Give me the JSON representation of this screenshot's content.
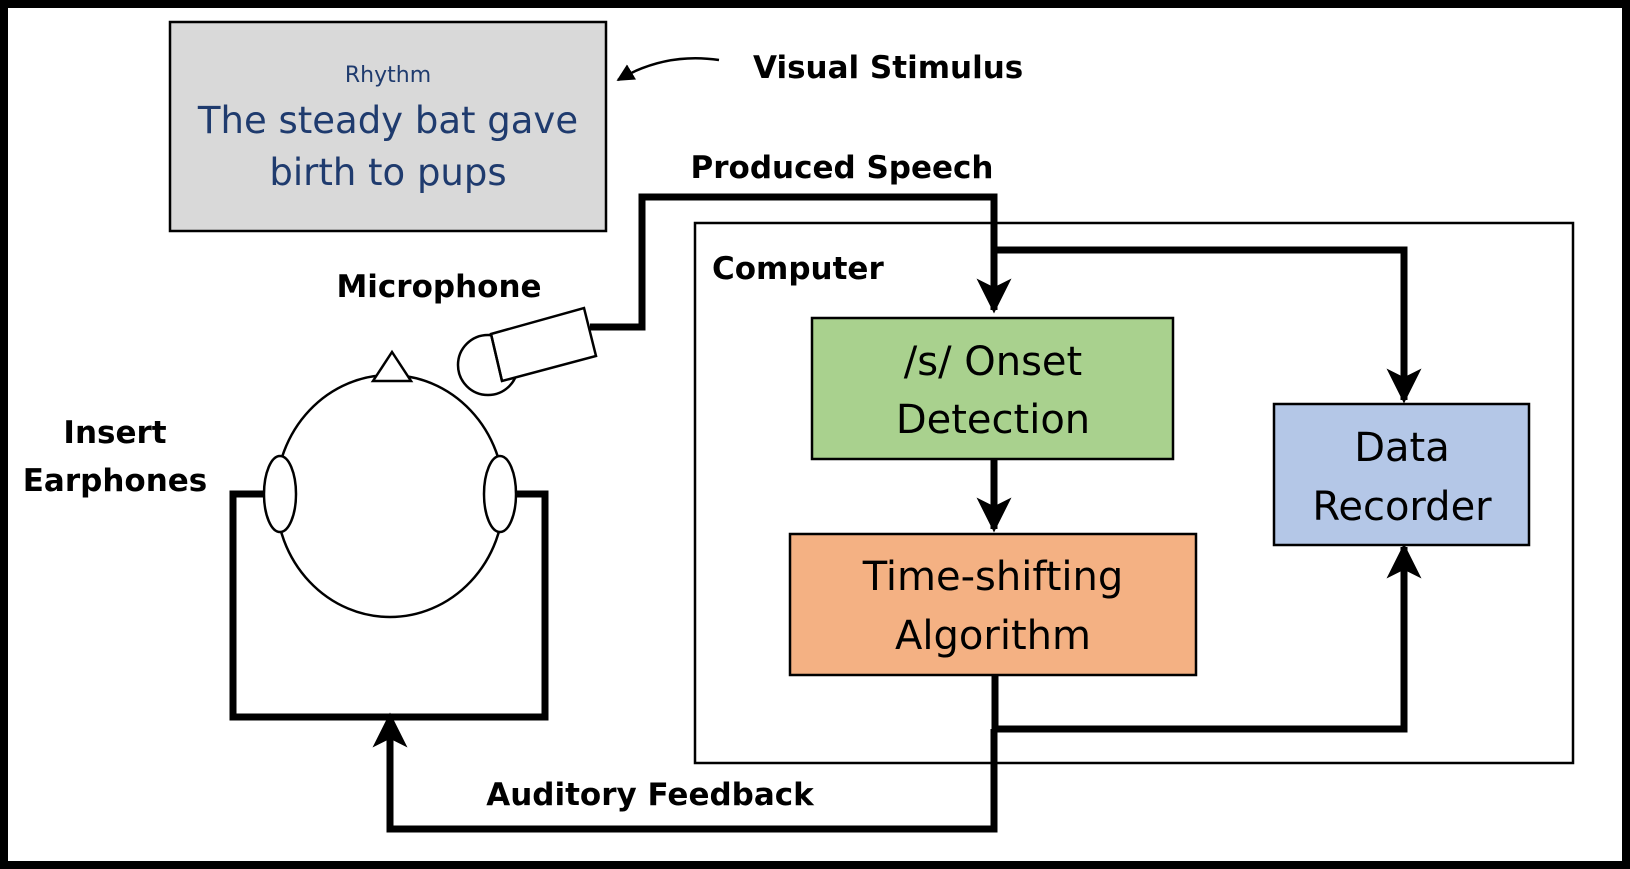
{
  "visual_stimulus": {
    "label": "Visual Stimulus",
    "cue": "Rhythm",
    "sentence_line1": "The steady bat gave",
    "sentence_line2": "birth to pups"
  },
  "labels": {
    "produced_speech": "Produced Speech",
    "computer": "Computer",
    "microphone": "Microphone",
    "insert_earphones_line1": "Insert",
    "insert_earphones_line2": "Earphones",
    "auditory_feedback": "Auditory Feedback"
  },
  "blocks": {
    "onset_detection": {
      "line1": "/s/ Onset",
      "line2": "Detection",
      "color": "#a9d18e"
    },
    "time_shifting": {
      "line1": "Time-shifting",
      "line2": "Algorithm",
      "color": "#f4b183"
    },
    "data_recorder": {
      "line1": "Data",
      "line2": "Recorder",
      "color": "#b4c7e7"
    }
  },
  "colors": {
    "stimulus_box": "#d9d9d9",
    "stimulus_text": "#1f3b6e",
    "line": "#000000"
  }
}
